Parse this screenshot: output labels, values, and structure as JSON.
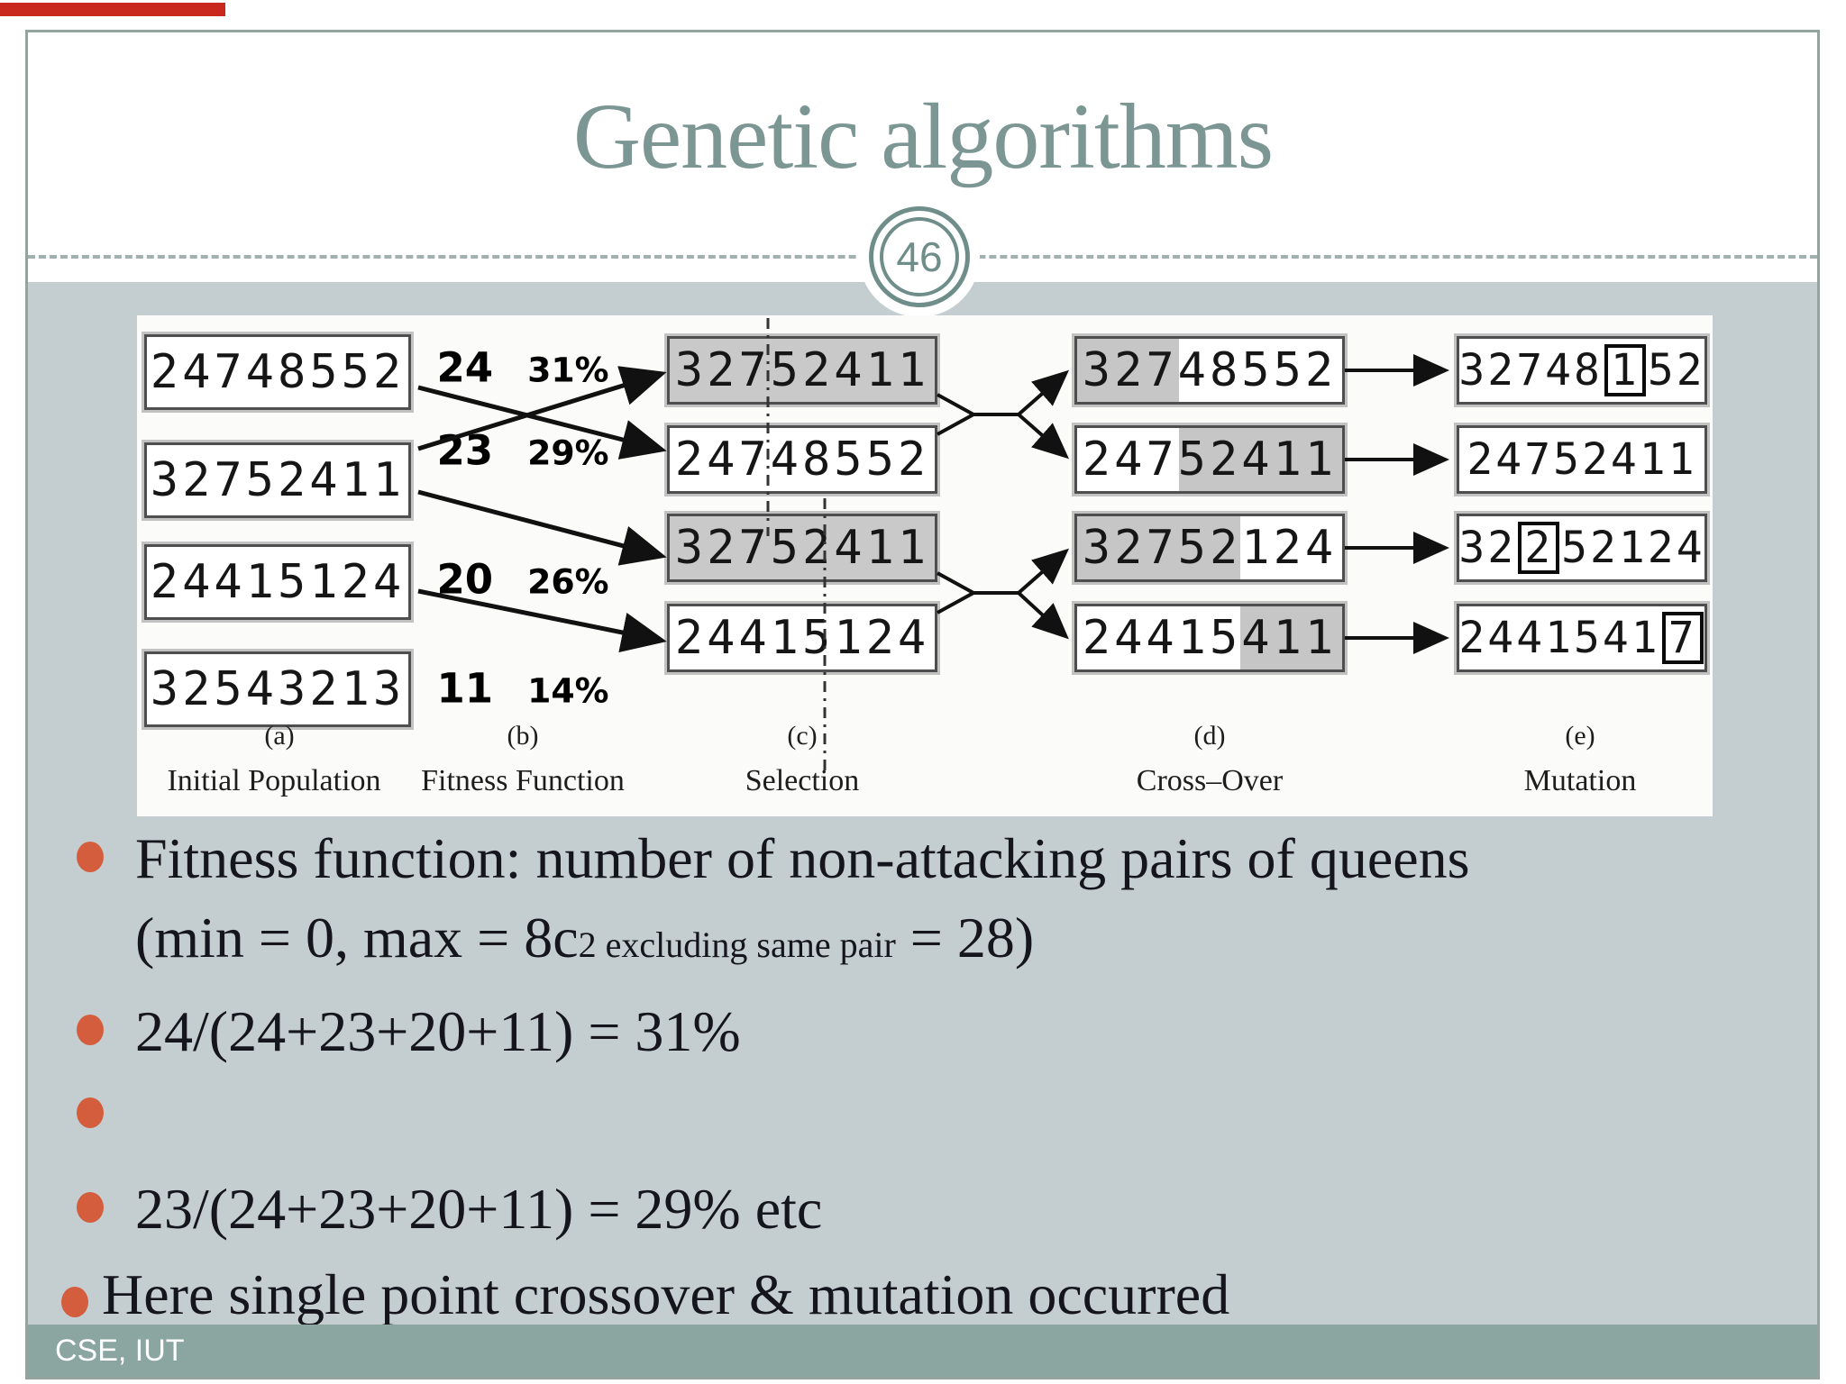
{
  "title": "Genetic algorithms",
  "page_number": "46",
  "footer": {
    "text": "CSE, IUT"
  },
  "colors": {
    "title_teal": "#7b9693",
    "badge_teal": "#6f8e8a",
    "content_background": "#c4ced1",
    "footer_bar": "#8ba5a1",
    "bullet_dot": "#d45d3d",
    "red_top_bar": "#c9291c",
    "box_shade_gray": "#c9c9c9"
  },
  "figure": {
    "columns": [
      {
        "letter": "(a)",
        "name": "Initial Population",
        "rows": [
          "24748552",
          "32752411",
          "24415124",
          "32543213"
        ]
      },
      {
        "letter": "(b)",
        "name": "Fitness Function",
        "rows": [
          {
            "fitness": "24",
            "pct": "31%"
          },
          {
            "fitness": "23",
            "pct": "29%"
          },
          {
            "fitness": "20",
            "pct": "26%"
          },
          {
            "fitness": "11",
            "pct": "14%"
          }
        ]
      },
      {
        "letter": "(c)",
        "name": "Selection",
        "rows": [
          {
            "value": "32752411",
            "shaded": true
          },
          {
            "value": "24748552",
            "shaded": false
          },
          {
            "value": "32752411",
            "shaded": true
          },
          {
            "value": "24415124",
            "shaded": false
          }
        ]
      },
      {
        "letter": "(d)",
        "name": "Cross–Over",
        "rows": [
          {
            "value": "32748552",
            "shade": "first-3"
          },
          {
            "value": "24752411",
            "shade": "last-5"
          },
          {
            "value": "32752124",
            "shade": "first-5"
          },
          {
            "value": "24415411",
            "shade": "last-3"
          }
        ]
      },
      {
        "letter": "(e)",
        "name": "Mutation",
        "rows": [
          {
            "pre": "32748",
            "boxed": "1",
            "post": "52"
          },
          {
            "pre": "24752411",
            "boxed": "",
            "post": ""
          },
          {
            "pre": "32",
            "boxed": "2",
            "post": "52124"
          },
          {
            "pre": "2441541",
            "boxed": "7",
            "post": ""
          }
        ]
      }
    ]
  },
  "bullets": {
    "b1_line1": "Fitness function: number of non-attacking pairs of queens",
    "b1_line2_pre": "(min = 0, max = 8c",
    "b1_line2_small": "2 excluding same pair",
    "b1_line2_post": " = 28)",
    "b2": "24/(24+23+20+11) = 31%",
    "b4": "23/(24+23+20+11) = 29% etc",
    "b5": "Here single point crossover & mutation occurred"
  }
}
